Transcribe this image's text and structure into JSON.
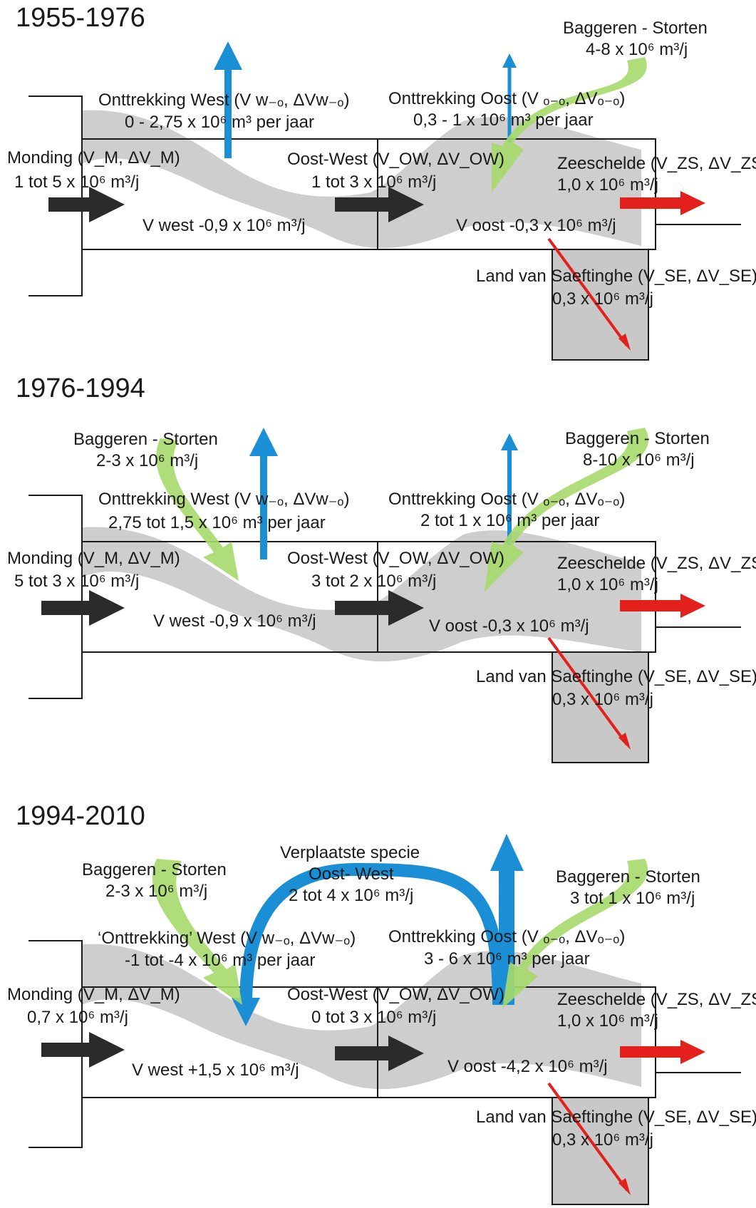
{
  "panels": [
    {
      "period": "1955-1976",
      "dredge": {
        "title": "Baggeren - Storten",
        "value": "4-8  x 10⁶ m³/j"
      },
      "withdrawal_west": {
        "title": "Onttrekking West (V w₋ₒ, ΔVw₋ₒ)",
        "value": "0 - 2,75  x 10⁶ m³ per jaar"
      },
      "withdrawal_east": {
        "title": "Onttrekking Oost  (V ₒ₋ₒ, ΔVₒ₋ₒ)",
        "value": "0,3 - 1  x 10⁶ m³ per jaar"
      },
      "mouth": {
        "title": "Monding (V_M, ΔV_M)",
        "value": "1 tot 5  x 10⁶ m³/j"
      },
      "east_west": {
        "title": "Oost-West (V_OW, ΔV_OW)",
        "value": "1 tot 3  x 10⁶ m³/j"
      },
      "zeeschelde": {
        "title": "Zeeschelde  (V_ZS, ΔV_ZS)",
        "value": "1,0  x 10⁶ m³/j"
      },
      "v_west": "V west -0,9  x 10⁶ m³/j",
      "v_oost": "V oost -0,3  x 10⁶ m³/j",
      "saeftinghe": {
        "title": "Land van Saeftinghe (V_SE, ΔV_SE)",
        "value": "0,3  x 10⁶ m³/j"
      }
    },
    {
      "period": "1976-1994",
      "dredge_west": {
        "title": "Baggeren - Storten",
        "value": "2-3  x 10⁶ m³/j"
      },
      "dredge": {
        "title": "Baggeren - Storten",
        "value": "8-10  x 10⁶ m³/j"
      },
      "withdrawal_west": {
        "title": "Onttrekking West (V w₋ₒ, ΔVw₋ₒ)",
        "value": "2,75 tot 1,5  x 10⁶ m³ per jaar"
      },
      "withdrawal_east": {
        "title": "Onttrekking Oost  (V ₒ₋ₒ, ΔVₒ₋ₒ)",
        "value": "2 tot 1 x 10⁶ m³ per jaar"
      },
      "mouth": {
        "title": "Monding (V_M, ΔV_M)",
        "value": "5 tot 3  x 10⁶ m³/j"
      },
      "east_west": {
        "title": "Oost-West (V_OW, ΔV_OW)",
        "value": "3 tot 2  x 10⁶ m³/j"
      },
      "zeeschelde": {
        "title": "Zeeschelde  (V_ZS, ΔV_ZS)",
        "value": "1,0  x 10⁶ m³/j"
      },
      "v_west": "V west -0,9  x 10⁶ m³/j",
      "v_oost": "V oost  -0,3  x 10⁶ m³/j",
      "saeftinghe": {
        "title": "Land van Saeftinghe (V_SE, ΔV_SE)",
        "value": "0,3  x 10⁶ m³/j"
      }
    },
    {
      "period": "1994-2010",
      "relocated": {
        "title": "Verplaatste specie",
        "sub": "Oost- West",
        "value": "2 tot 4 x 10⁶ m³/j"
      },
      "dredge_west": {
        "title": "Baggeren - Storten",
        "value": "2-3  x 10⁶ m³/j"
      },
      "dredge": {
        "title": "Baggeren - Storten",
        "value": "3 tot 1 x 10⁶ m³/j"
      },
      "withdrawal_west": {
        "title": "‘Onttrekking’ West (V w₋ₒ, ΔVw₋ₒ)",
        "value": "-1 tot -4  x 10⁶ m³ per jaar"
      },
      "withdrawal_east": {
        "title": "Onttrekking Oost  (V ₒ₋ₒ, ΔVₒ₋ₒ)",
        "value": "3 - 6  x 10⁶ m³ per jaar"
      },
      "mouth": {
        "title": "Monding (V_M, ΔV_M)",
        "value": "0,7  x 10⁶ m³/j"
      },
      "east_west": {
        "title": "Oost-West (V_OW, ΔV_OW)",
        "value": "0 tot 3  x 10⁶ m³/j"
      },
      "zeeschelde": {
        "title": "Zeeschelde  (V_ZS, ΔV_ZS)",
        "value": "1,0  x 10⁶ m³/j"
      },
      "v_west": "V west +1,5  x 10⁶ m³/j",
      "v_oost": "V oost -4,2  x 10⁶ m³/j",
      "saeftinghe": {
        "title": "Land van Saeftinghe (V_SE, ΔV_SE)",
        "value": "0,3  x 10⁶ m³/j"
      }
    }
  ],
  "colors": {
    "inflow_arrow": "#2b2b2b",
    "zeeschelde_arrow": "#e3201b",
    "withdrawal_arrow": "#1a8fd6",
    "dredge_arrow": "#a6d96a",
    "saeftinghe_arrow": "#e3201b",
    "box_fill": "#c8c8c8",
    "river_fill": "#bdbdbd"
  }
}
